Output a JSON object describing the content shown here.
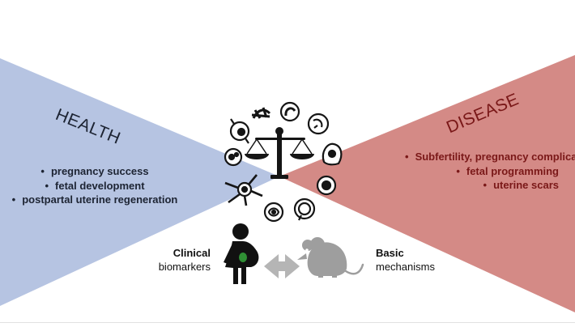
{
  "health": {
    "title": "HEALTH",
    "items": [
      "pregnancy success",
      "fetal development",
      "postpartal uterine regeneration"
    ]
  },
  "disease": {
    "title": "DISEASE",
    "items": [
      "Subfertility, pregnancy complications",
      "fetal programming",
      "uterine scars"
    ]
  },
  "clinical": {
    "line1": "Clinical",
    "line2": "biomarkers"
  },
  "basic": {
    "line1": "Basic",
    "line2": "mechanisms"
  },
  "colors": {
    "health": "#b6c4e2",
    "disease": "#d48a86",
    "arrow": "#b5b5b5",
    "mouse": "#9e9e9e",
    "icon": "#151515"
  },
  "icons": [
    "balance-scale-icon",
    "pregnant-woman-icon",
    "double-arrow-icon",
    "mouse-icon",
    "cell-icon"
  ]
}
